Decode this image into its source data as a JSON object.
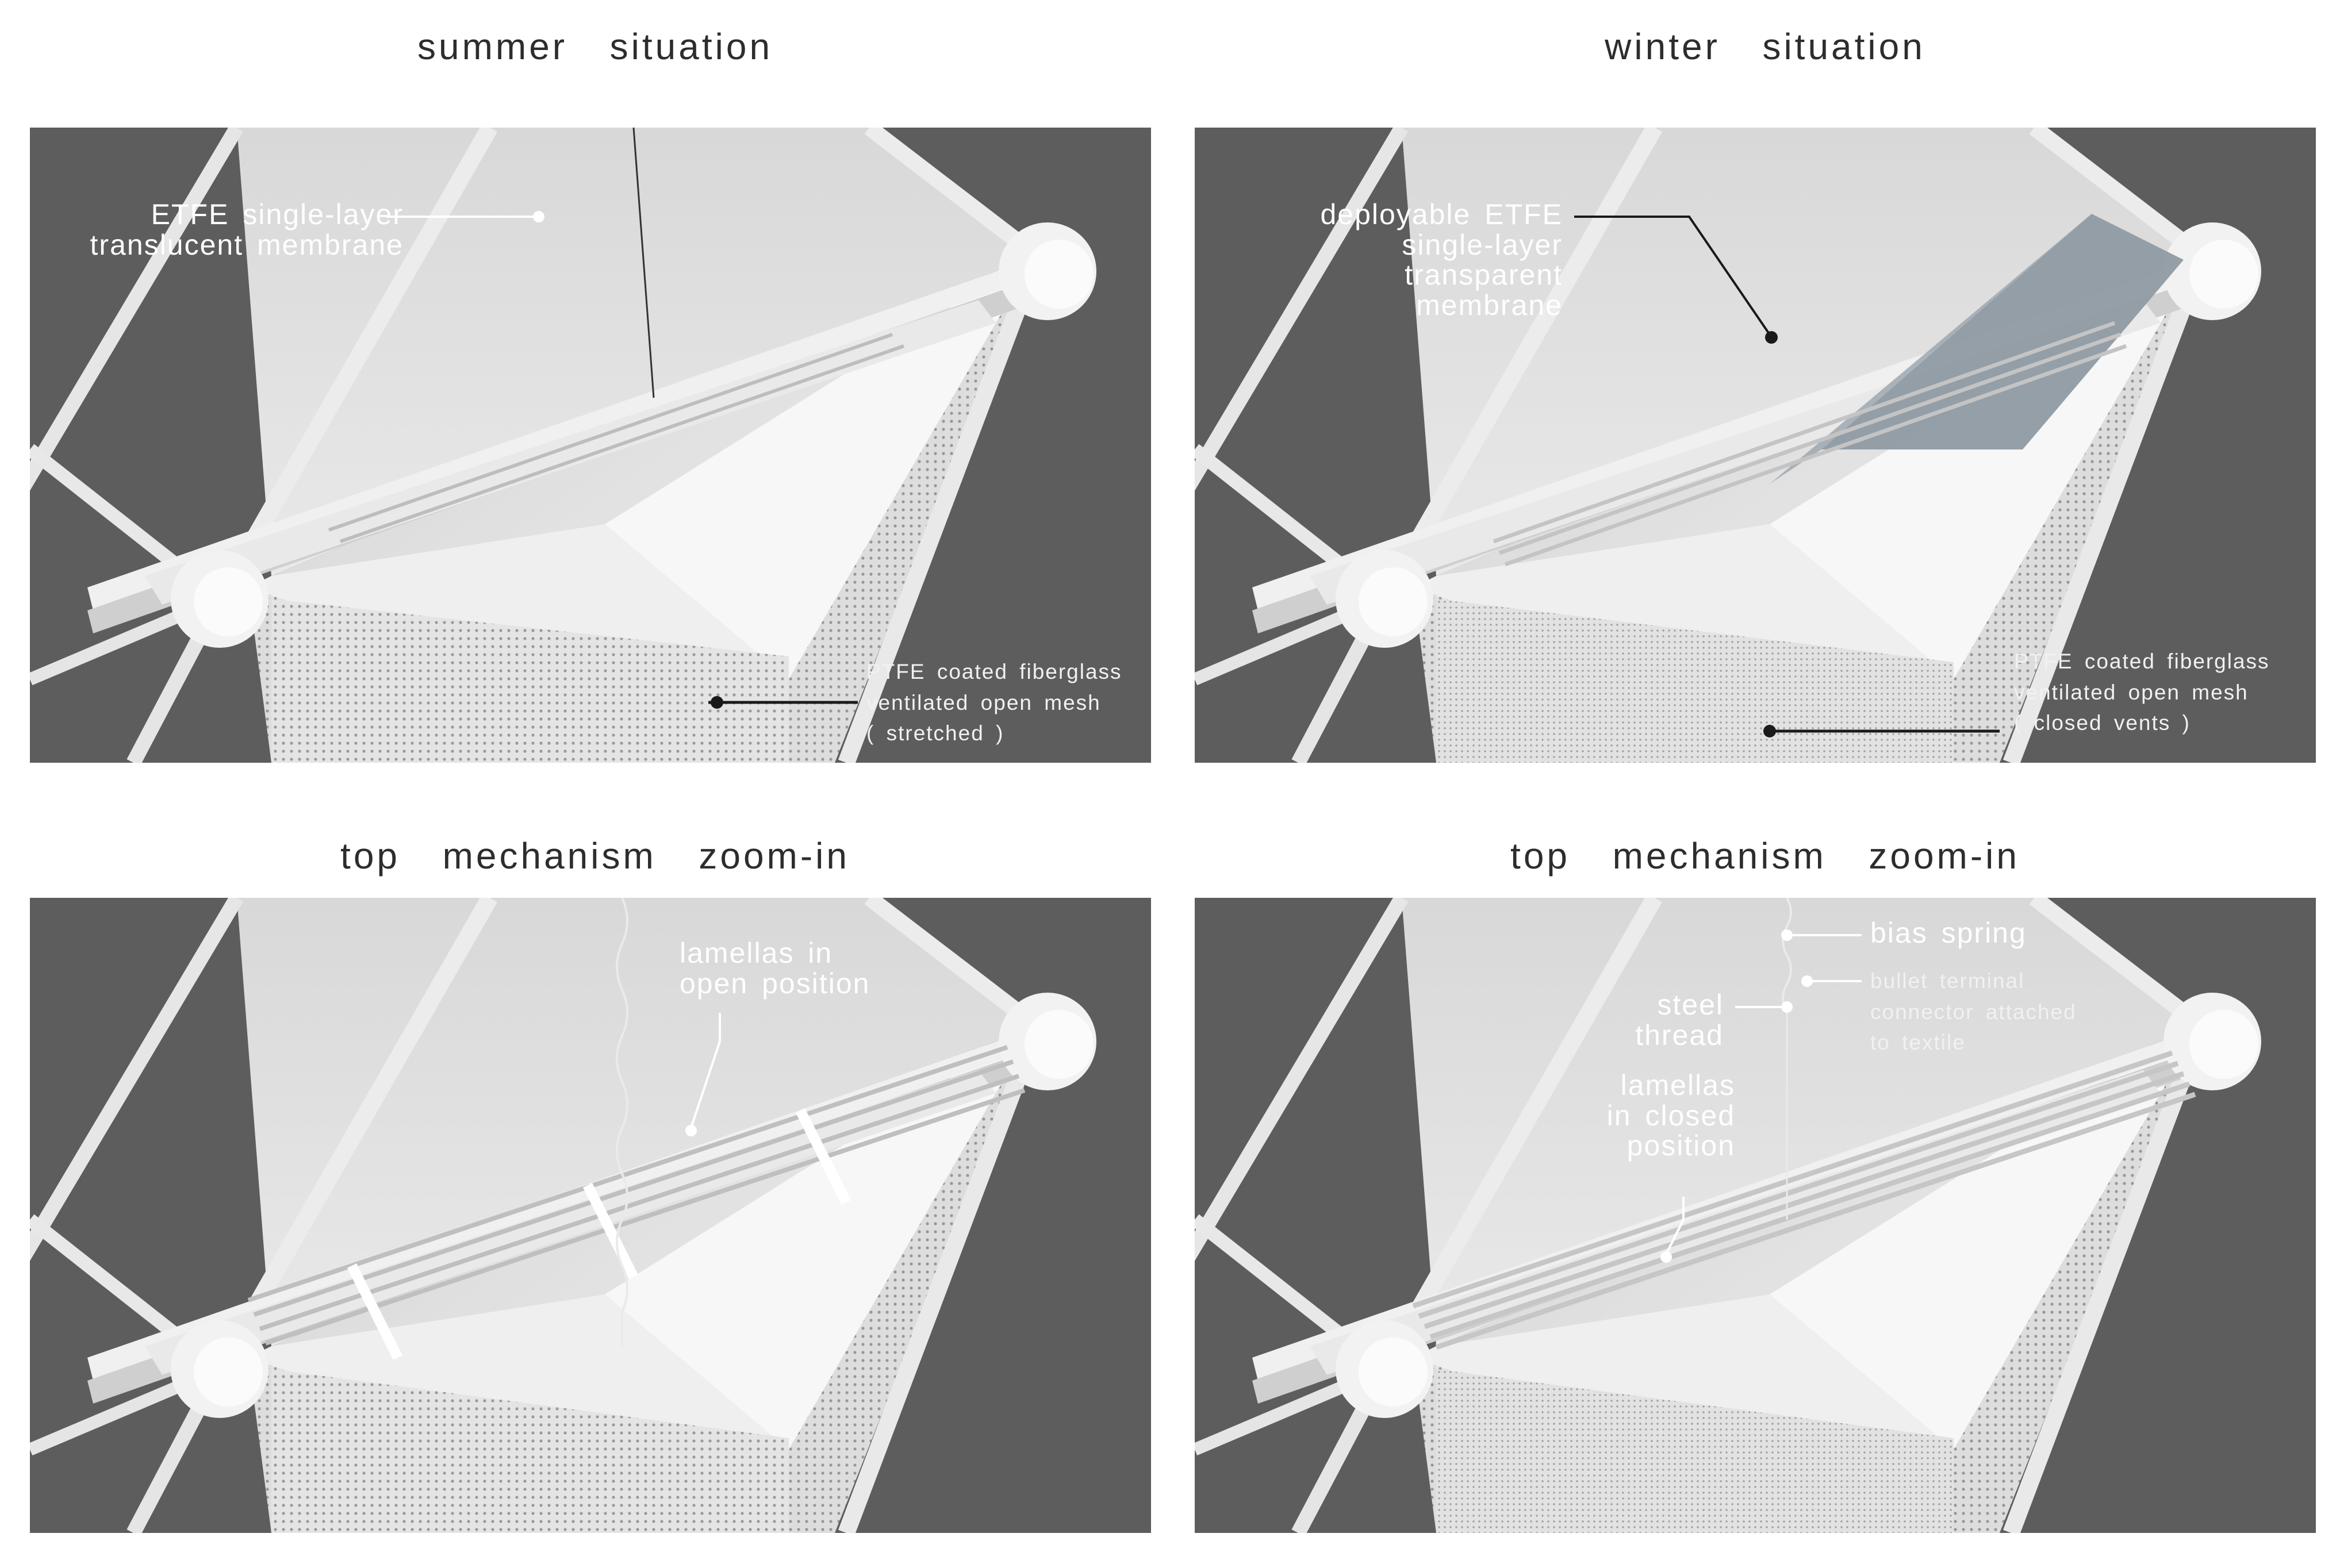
{
  "headings": {
    "top_left": "summer  situation",
    "top_right": "winter  situation",
    "bottom_left": "top  mechanism  zoom-in",
    "bottom_right": "top  mechanism  zoom-in"
  },
  "labels": {
    "summer_etfe": "ETFE  single-layer\ntranslucent  membrane",
    "summer_ptfe": "PTFE  coated  fiberglass\nventilated  open  mesh\n( stretched )",
    "winter_etfe": "deployable  ETFE\nsingle-layer\ntransparent\nmembrane",
    "winter_ptfe": "PTFE  coated  fiberglass\nventilated  open  mesh\n( closed  vents )",
    "lamellas_open": "lamellas  in\nopen  position",
    "bias_spring": "bias  spring",
    "bullet_terminal": "bullet  terminal\nconnector  attached\nto  textile",
    "steel_thread": "steel\nthread",
    "lamellas_closed": "lamellas\nin  closed\nposition"
  },
  "colors": {
    "background": "#5d5d5d",
    "structure": "#ececec",
    "membrane_winter": "#8f9aa3",
    "leader": "#1a1a1a"
  }
}
